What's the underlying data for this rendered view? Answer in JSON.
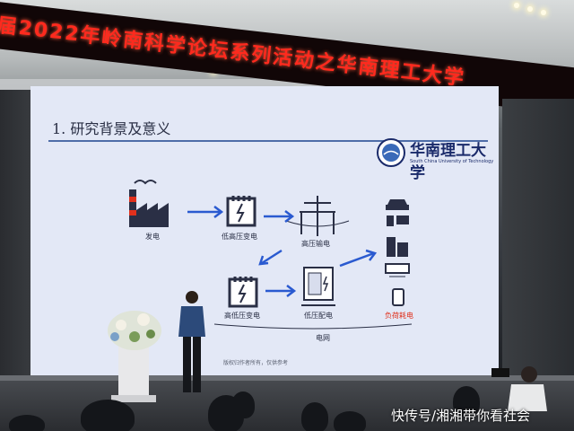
{
  "banner": {
    "text": "届2022年岭南科学论坛系列活动之华南理工大学"
  },
  "slide": {
    "title": "1.  研究背景及意义",
    "university_logo_text": "华南理工大学",
    "university_logo_sub": "South China University of Technology",
    "labels": {
      "generation": "发电",
      "step_up": "低高压变电",
      "transmission": "高压输电",
      "step_down": "高低压变电",
      "distribution": "低压配电",
      "consumption": "负荷耗电",
      "grid": "电网"
    },
    "footer_note": "版权归作者所有，仅供参考"
  },
  "watermark": {
    "text": "快传号/湘湘带你看社会"
  },
  "colors": {
    "led_red": "#ff2a1e",
    "arrow_blue": "#2a5ad0",
    "slide_bg": "#e3e8f6"
  }
}
